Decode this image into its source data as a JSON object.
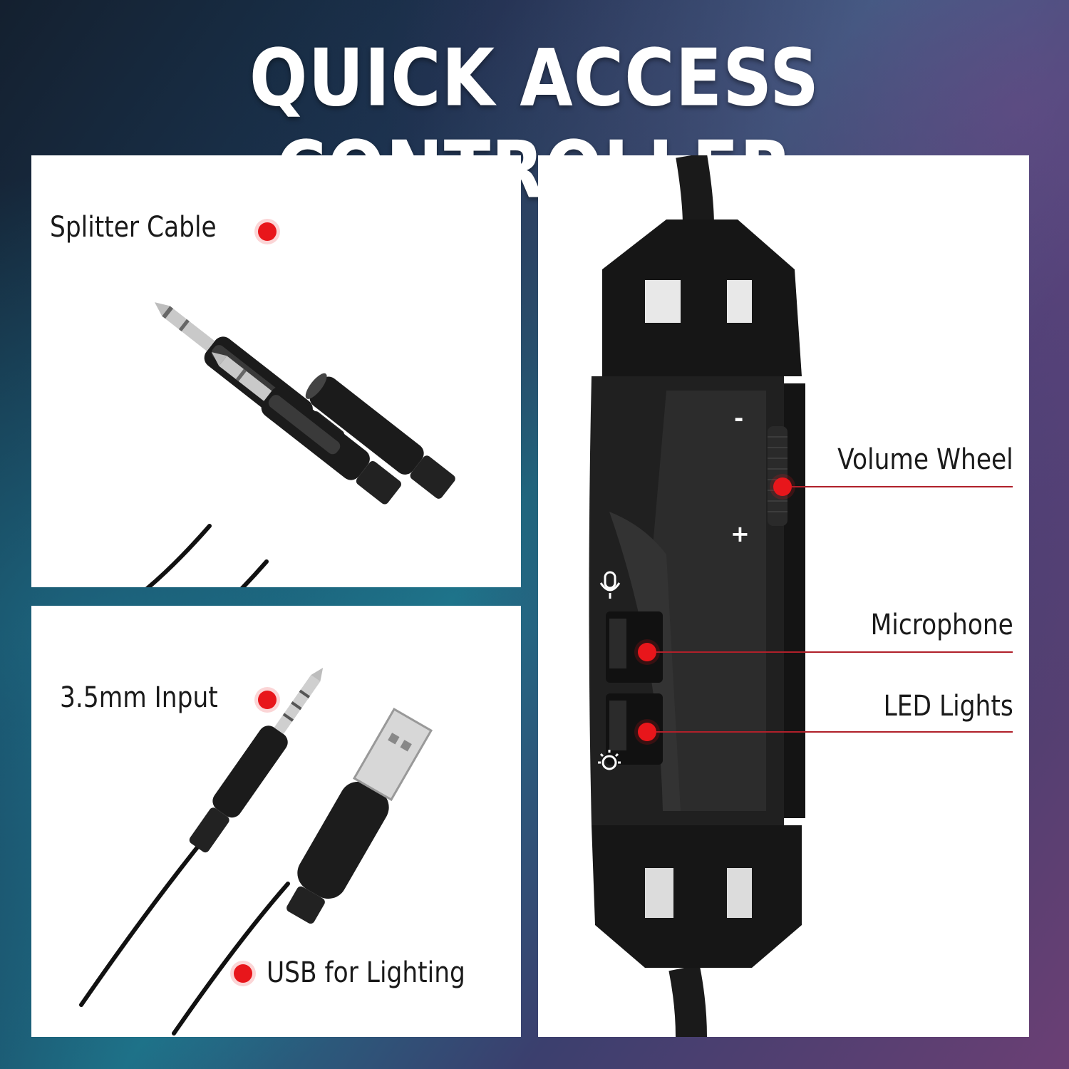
{
  "title": "QUICK ACCESS CONTROLLER",
  "panels": {
    "splitter": {
      "label": "Splitter Cable",
      "icon": "splitter-cable-image"
    },
    "input": {
      "input_label": "3.5mm Input",
      "usb_label": "USB for Lighting",
      "icon": "usb-and-jack-cable-image"
    },
    "controller": {
      "volume_label": "Volume Wheel",
      "mic_label": "Microphone",
      "led_label": "LED Lights",
      "minus_glyph": "-",
      "plus_glyph": "+",
      "icon": "inline-controller-image"
    }
  },
  "colors": {
    "callout_dot": "#e8161b",
    "leader_line": "#b0202a"
  }
}
